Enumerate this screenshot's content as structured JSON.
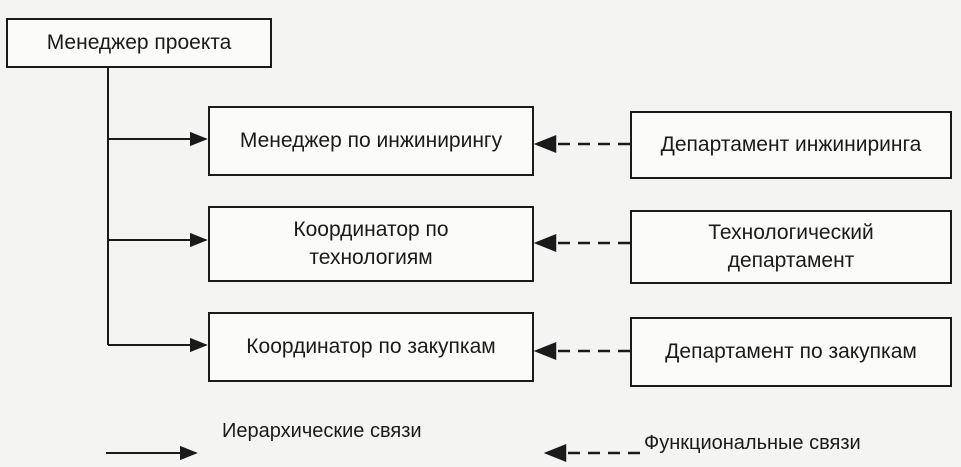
{
  "boxes": {
    "project_manager": "Менеджер проекта",
    "engineering_manager": "Менеджер по инжинирингу",
    "technology_coordinator": "Координатор по\nтехнологиям",
    "procurement_coordinator": "Координатор по закупкам",
    "engineering_department": "Департамент инжиниринга",
    "technology_department": "Технологический\nдепартамент",
    "procurement_department": "Департамент по закупкам"
  },
  "edges": [
    {
      "from": "project_manager",
      "to": "engineering_manager",
      "type": "hierarchical"
    },
    {
      "from": "project_manager",
      "to": "technology_coordinator",
      "type": "hierarchical"
    },
    {
      "from": "project_manager",
      "to": "procurement_coordinator",
      "type": "hierarchical"
    },
    {
      "from": "engineering_department",
      "to": "engineering_manager",
      "type": "functional"
    },
    {
      "from": "technology_department",
      "to": "technology_coordinator",
      "type": "functional"
    },
    {
      "from": "procurement_department",
      "to": "procurement_coordinator",
      "type": "functional"
    }
  ],
  "legend": {
    "hierarchical": "Иерархические связи",
    "functional": "Функциональные связи"
  }
}
